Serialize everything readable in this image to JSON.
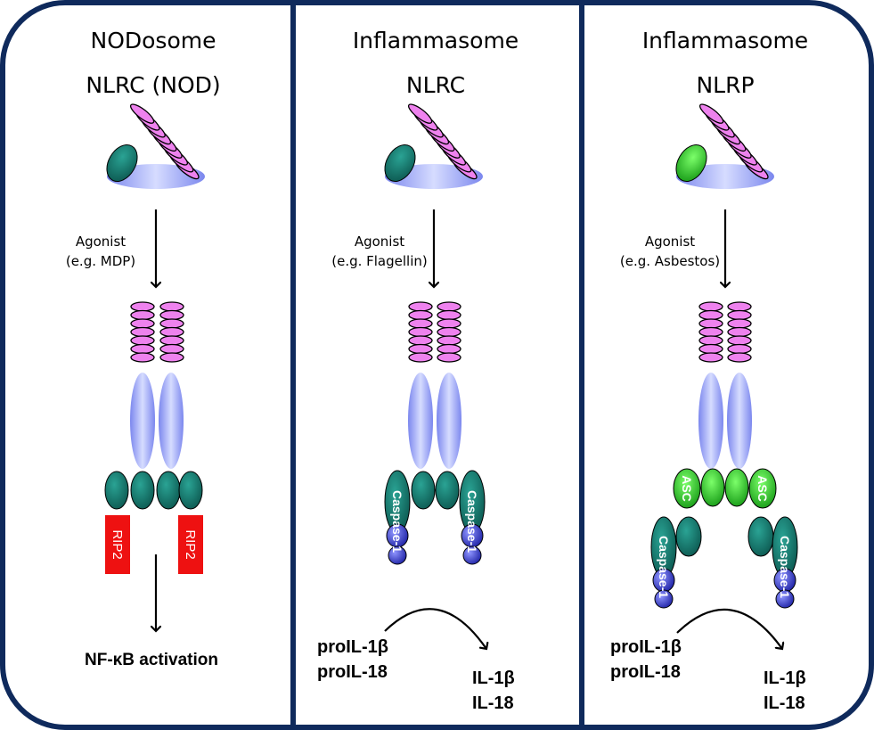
{
  "panels": [
    {
      "title": "NODosome",
      "subtitle": "NLRC (NOD)",
      "agonist_line1": "Agonist",
      "agonist_line2": "(e.g. MDP)",
      "adaptor_label": "RIP2",
      "output_label": "NF-κB activation"
    },
    {
      "title": "Inflammasome",
      "subtitle": "NLRC",
      "agonist_line1": "Agonist",
      "agonist_line2": "(e.g. Flagellin)",
      "caspase_label": "Caspase-1",
      "substrates": [
        "proIL-1β",
        "proIL-18"
      ],
      "products": [
        "IL-1β",
        "IL-18"
      ]
    },
    {
      "title": "Inflammasome",
      "subtitle": "NLRP",
      "agonist_line1": "Agonist",
      "agonist_line2": "(e.g. Asbestos)",
      "asc_label": "ASC",
      "caspase_label": "Caspase-1",
      "substrates": [
        "proIL-1β",
        "proIL-18"
      ],
      "products": [
        "IL-1β",
        "IL-18"
      ]
    }
  ],
  "colors": {
    "frame": "#0f2a5c",
    "lrr": "#ee82ee",
    "nacht": "#a9b4f5",
    "card": "#1e7b70",
    "pyd": "#22b022",
    "rip2": "#ee1111",
    "caspase_ball": "#3a3fd0"
  }
}
